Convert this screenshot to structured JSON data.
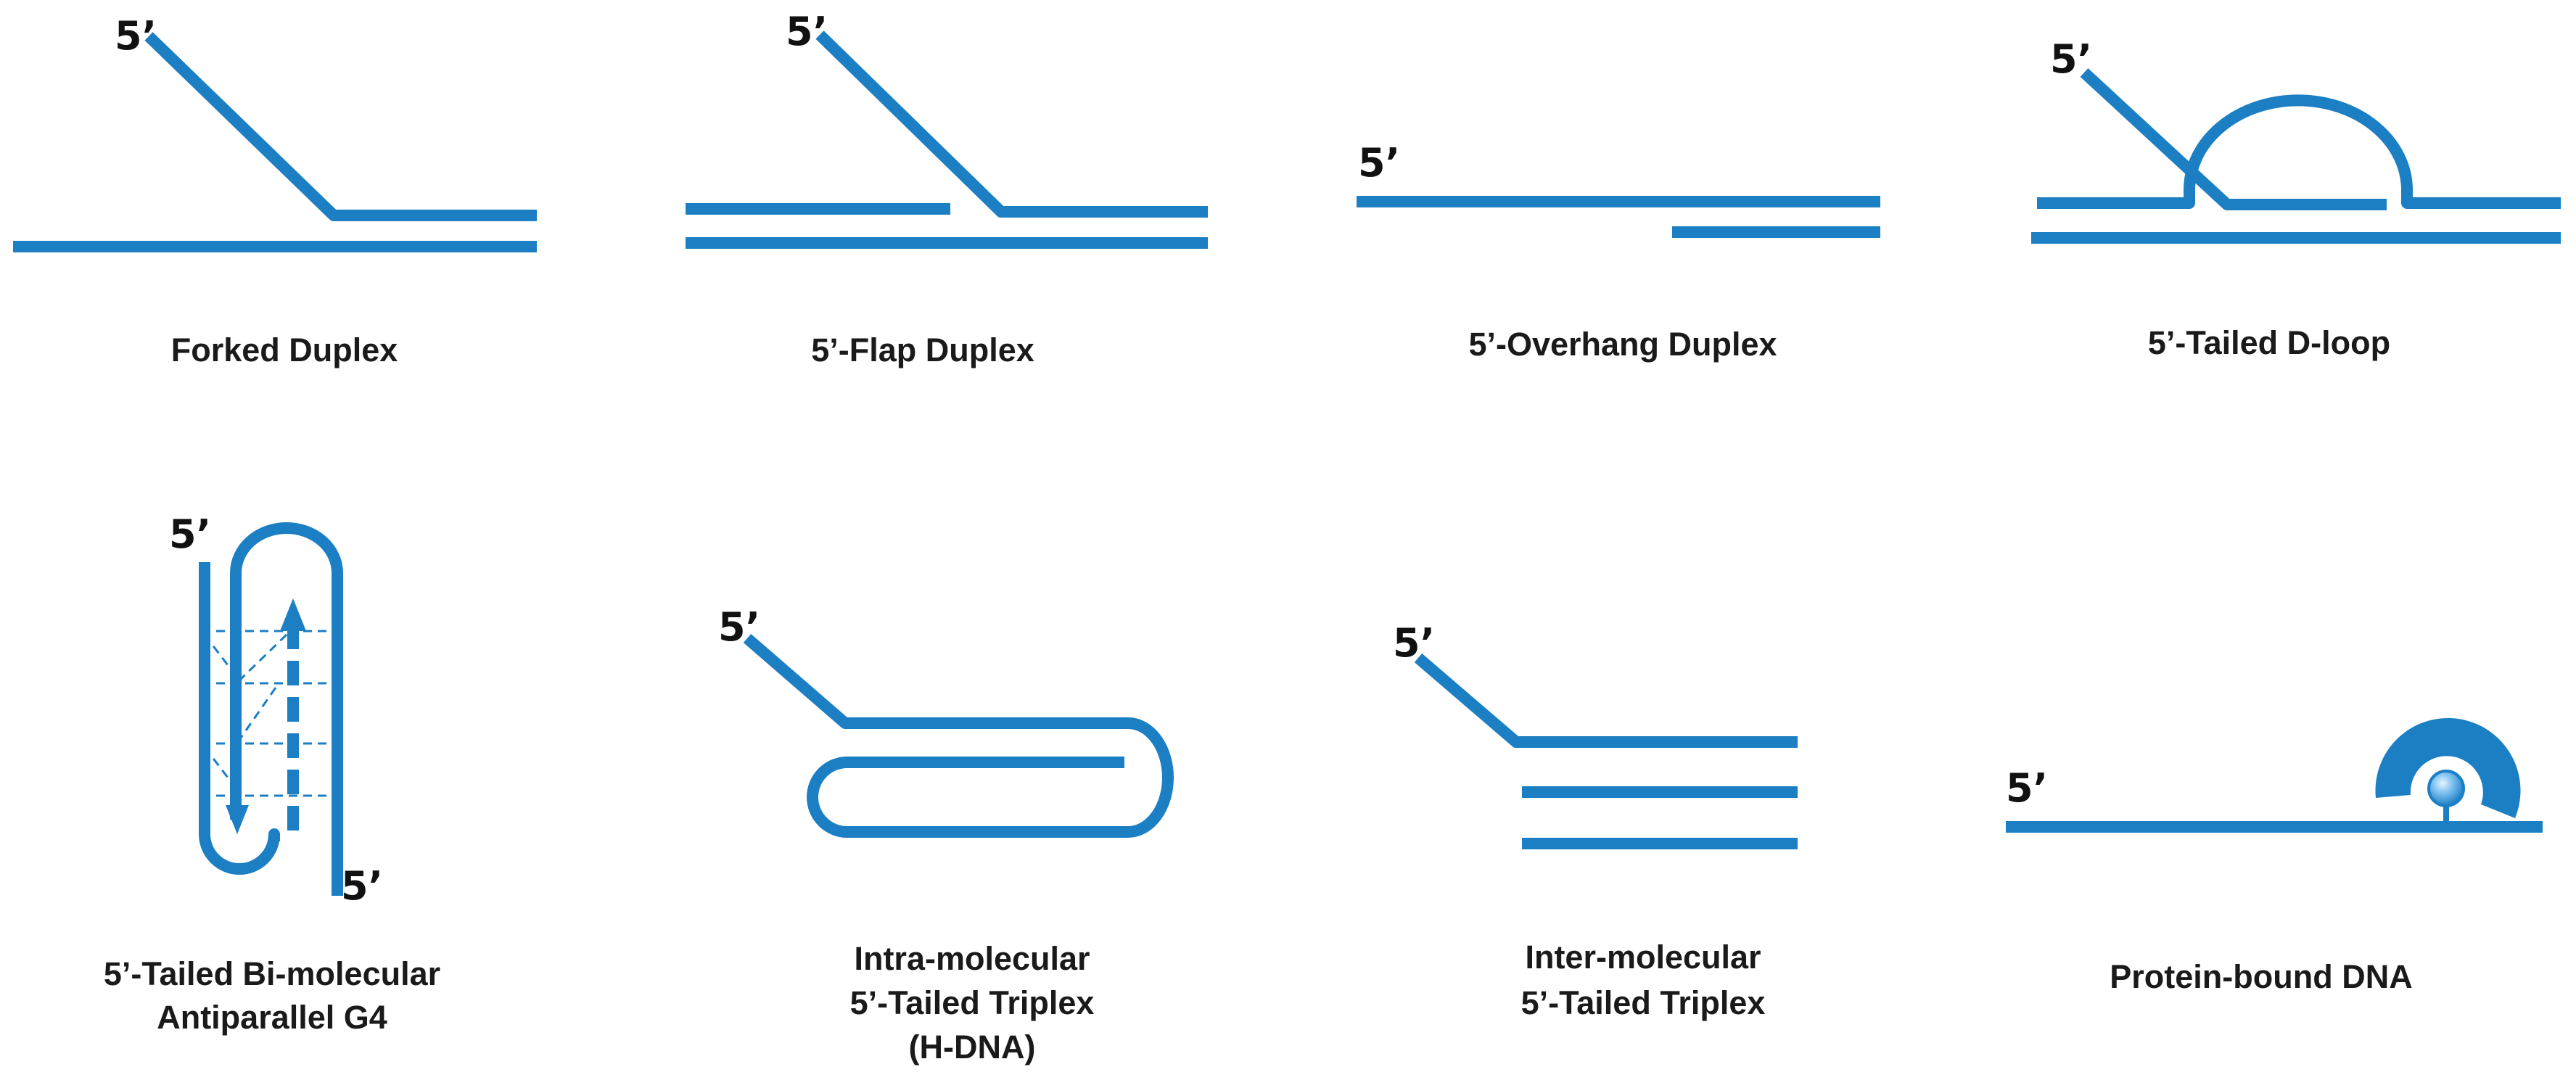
{
  "colors": {
    "strand": "#1c7fc4",
    "label": "#111111",
    "caption": "#1a1a1a"
  },
  "end_label": "5’",
  "panels": [
    {
      "id": "forked",
      "caption_lines": [
        "Forked  Duplex"
      ]
    },
    {
      "id": "flap",
      "caption_lines": [
        "5’-Flap Duplex"
      ]
    },
    {
      "id": "overhang",
      "caption_lines": [
        "5’-Overhang Duplex"
      ]
    },
    {
      "id": "dloop",
      "caption_lines": [
        "5’-Tailed D-loop"
      ]
    },
    {
      "id": "g4",
      "caption_lines": [
        "5’-Tailed Bi-molecular",
        "Antiparallel G4"
      ]
    },
    {
      "id": "intra",
      "caption_lines": [
        "Intra-molecular",
        "5’-Tailed Triplex",
        "(H-DNA)"
      ]
    },
    {
      "id": "inter",
      "caption_lines": [
        "Inter-molecular",
        "5’-Tailed Triplex"
      ]
    },
    {
      "id": "protein",
      "caption_lines": [
        "Protein-bound DNA"
      ]
    }
  ]
}
